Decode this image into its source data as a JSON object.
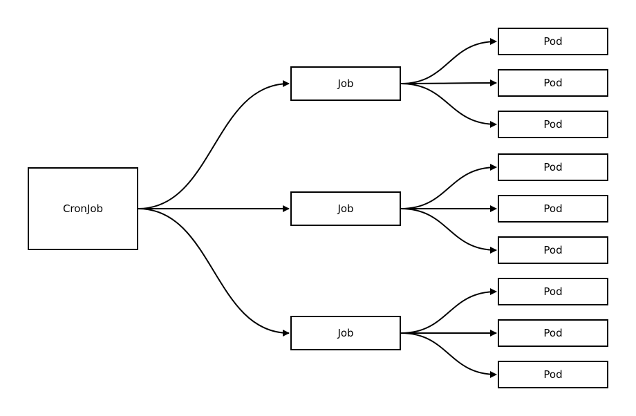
{
  "diagram": {
    "title": "",
    "stroke_color": "#000000",
    "background": "#ffffff",
    "nodes": [
      {
        "id": "cronjob",
        "label": "CronJob",
        "type": "root"
      },
      {
        "id": "job1",
        "label": "Job",
        "type": "job",
        "parent": "cronjob"
      },
      {
        "id": "job2",
        "label": "Job",
        "type": "job",
        "parent": "cronjob"
      },
      {
        "id": "job3",
        "label": "Job",
        "type": "job",
        "parent": "cronjob"
      },
      {
        "id": "pod1",
        "label": "Pod",
        "type": "pod",
        "parent": "job1"
      },
      {
        "id": "pod2",
        "label": "Pod",
        "type": "pod",
        "parent": "job1"
      },
      {
        "id": "pod3",
        "label": "Pod",
        "type": "pod",
        "parent": "job1"
      },
      {
        "id": "pod4",
        "label": "Pod",
        "type": "pod",
        "parent": "job2"
      },
      {
        "id": "pod5",
        "label": "Pod",
        "type": "pod",
        "parent": "job2"
      },
      {
        "id": "pod6",
        "label": "Pod",
        "type": "pod",
        "parent": "job2"
      },
      {
        "id": "pod7",
        "label": "Pod",
        "type": "pod",
        "parent": "job3"
      },
      {
        "id": "pod8",
        "label": "Pod",
        "type": "pod",
        "parent": "job3"
      },
      {
        "id": "pod9",
        "label": "Pod",
        "type": "pod",
        "parent": "job3"
      }
    ],
    "edges": [
      {
        "from": "cronjob",
        "to": "job1"
      },
      {
        "from": "cronjob",
        "to": "job2"
      },
      {
        "from": "cronjob",
        "to": "job3"
      },
      {
        "from": "job1",
        "to": "pod1"
      },
      {
        "from": "job1",
        "to": "pod2"
      },
      {
        "from": "job1",
        "to": "pod3"
      },
      {
        "from": "job2",
        "to": "pod4"
      },
      {
        "from": "job2",
        "to": "pod5"
      },
      {
        "from": "job2",
        "to": "pod6"
      },
      {
        "from": "job3",
        "to": "pod7"
      },
      {
        "from": "job3",
        "to": "pod8"
      },
      {
        "from": "job3",
        "to": "pod9"
      }
    ]
  }
}
